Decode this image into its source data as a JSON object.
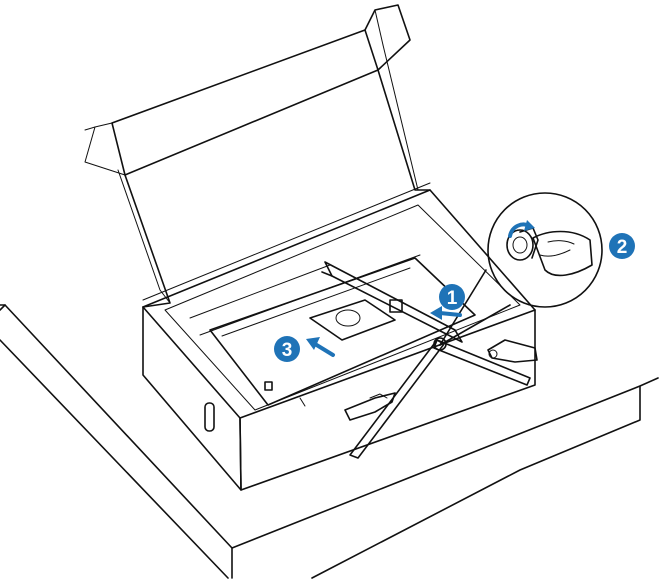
{
  "figure": {
    "steps": [
      {
        "number": "1",
        "action": "pull-left"
      },
      {
        "number": "2",
        "action": "unscrew"
      },
      {
        "number": "3",
        "action": "pull-left"
      }
    ],
    "colors": {
      "badge": "#1f73b7",
      "arrow": "#1f73b7",
      "line": "#111111",
      "background": "#ffffff"
    },
    "icons": [
      "box",
      "table",
      "monitor-panel",
      "stand-base",
      "stand-neck",
      "thumbscrew",
      "hand",
      "magnifier-callout"
    ]
  }
}
